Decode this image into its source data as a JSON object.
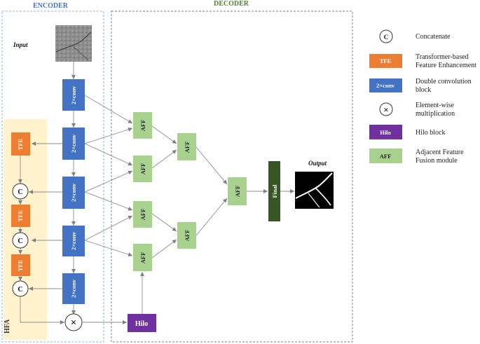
{
  "sections": {
    "encoder": "ENCODER",
    "decoder": "DECODER",
    "hfa": "HFA"
  },
  "labels": {
    "input": "Input",
    "output": "Output"
  },
  "blocks": {
    "conv": "2×conv",
    "tfe": "TFE",
    "aff": "AFF",
    "hilo": "Hilo",
    "final": "Final",
    "concat": "C",
    "mult": "×"
  },
  "colors": {
    "conv": "#4472c4",
    "tfe": "#ed7d31",
    "aff": "#a9d18e",
    "hilo": "#7030a0",
    "final": "#375623",
    "hfa_bg": "#fff2cc",
    "encoder_border": "#8fb3d9",
    "decoder_border": "#808080",
    "encoder_title": "#4472c4",
    "decoder_title": "#548235"
  },
  "legend": [
    {
      "key": "concat",
      "symbol": "C",
      "line1": "Concatenate",
      "line2": ""
    },
    {
      "key": "tfe",
      "symbol": "TFE",
      "line1": "Transformer-based",
      "line2": "Feature Enhancement"
    },
    {
      "key": "conv",
      "symbol": "2×conv",
      "line1": "Double convolution",
      "line2": "block"
    },
    {
      "key": "mult",
      "symbol": "×",
      "line1": "Element-wise",
      "line2": "multiplication"
    },
    {
      "key": "hilo",
      "symbol": "Hilo",
      "line1": "Hilo block",
      "line2": ""
    },
    {
      "key": "aff",
      "symbol": "AFF",
      "line1": "Adjacent Feature",
      "line2": "Fusion module"
    }
  ]
}
